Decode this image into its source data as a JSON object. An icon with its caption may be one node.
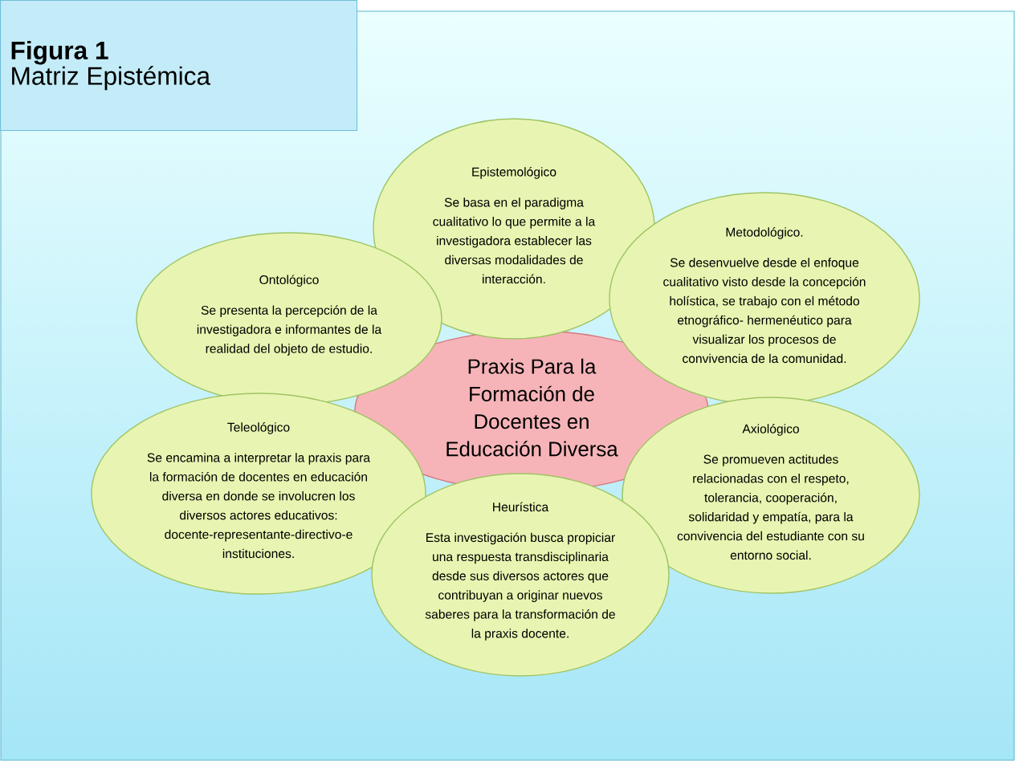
{
  "diagram": {
    "nodes": [
      {
        "text": [
          "Figura 1",
          "Matriz Epistémica"
        ]
      },
      {
        "text": [
          "Epistemológico",
          "Se basa en el paradigma cualitativo lo que permite a la investigadora establecer las diversas modalidades de interacción."
        ]
      },
      {
        "text": [
          "Metodológico.",
          "Se desenvuelve desde el enfoque cualitativo visto desde la concepción holística, se trabajo con el método etnográfico- hermenéutico para visualizar los procesos de convivencia de la comunidad."
        ]
      },
      {
        "text": [
          "Ontológico",
          "Se presenta la percepción de la investigadora e informantes de la realidad del objeto de estudio."
        ]
      },
      {
        "text": [
          "Praxis Para la Formación de Docentes en Educación Diversa"
        ]
      },
      {
        "text": [
          "Teleológico",
          "Se encamina a interpretar la praxis para la formación de docentes en educación diversa en donde se involucren los diversos actores educativos: docente-representante-directivo-e instituciones."
        ]
      },
      {
        "text": [
          "Axiológico",
          "Se promueven actitudes relacionadas con el respeto, tolerancia, cooperación, solidaridad y empatía, para la convivencia del estudiante con su entorno social."
        ]
      },
      {
        "text": [
          "Heurística",
          "Esta investigación busca propiciar una respuesta transdisciplinaria desde sus diversos actores que contribuyan a originar nuevos saberes para la transformación de la praxis docente."
        ]
      }
    ]
  }
}
